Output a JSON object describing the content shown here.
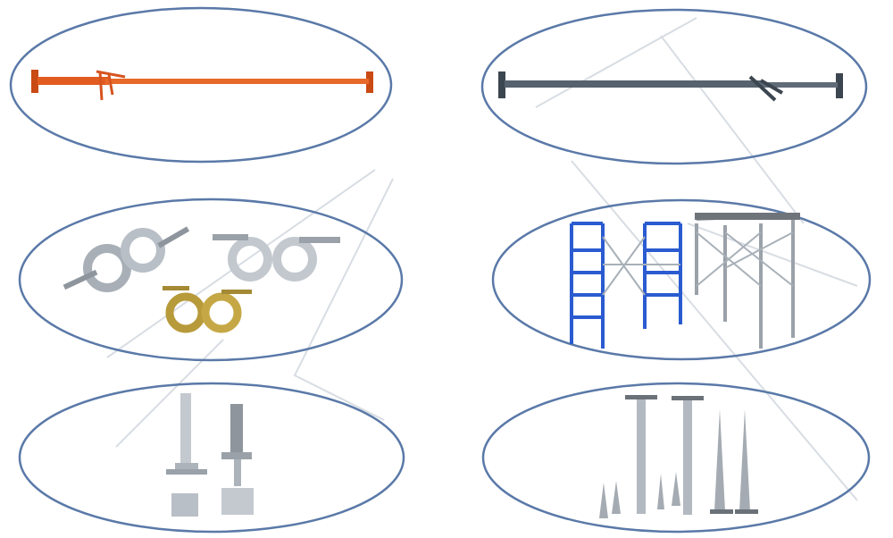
{
  "colors": {
    "ellipse_stroke": "#5a79a8",
    "background": "#ffffff",
    "orange_prop": "#e05a1e",
    "grey_prop": "#4d5863",
    "blue_frame": "#2a5bd0",
    "galvanized": "#b9bfc6",
    "watermark": "#d8dde3"
  },
  "products": [
    {
      "name": "orange-steel-prop",
      "icon": "adjustable-prop-icon"
    },
    {
      "name": "grey-steel-prop",
      "icon": "adjustable-prop-icon"
    },
    {
      "name": "scaffold-couplers",
      "icon": "coupler-clamp-icon"
    },
    {
      "name": "ladder-frames",
      "icon": "scaffold-frame-icon"
    },
    {
      "name": "base-jacks",
      "icon": "screw-jack-icon"
    },
    {
      "name": "ground-screws",
      "icon": "ground-screw-icon"
    }
  ]
}
